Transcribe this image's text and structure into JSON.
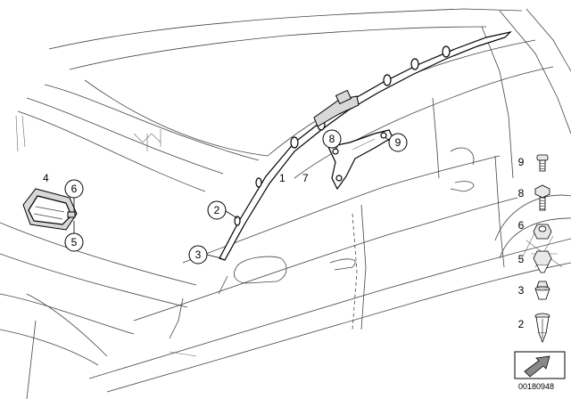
{
  "diagram": {
    "callouts_plain": [
      {
        "id": "label-4",
        "text": "4"
      },
      {
        "id": "label-1",
        "text": "1"
      },
      {
        "id": "label-7",
        "text": "7"
      }
    ],
    "callouts_circled": [
      {
        "id": "label-6",
        "text": "6"
      },
      {
        "id": "label-5",
        "text": "5"
      },
      {
        "id": "label-2",
        "text": "2"
      },
      {
        "id": "label-3",
        "text": "3"
      },
      {
        "id": "label-8",
        "text": "8"
      },
      {
        "id": "label-9",
        "text": "9"
      }
    ],
    "legend": [
      {
        "text": "9",
        "part": "screw-icon"
      },
      {
        "text": "8",
        "part": "bolt-icon"
      },
      {
        "text": "6",
        "part": "nut-icon"
      },
      {
        "text": "5",
        "part": "hex-screw-icon"
      },
      {
        "text": "3",
        "part": "clip-icon"
      },
      {
        "text": "2",
        "part": "expansion-rivet-icon"
      }
    ],
    "reference_number": "00180948"
  }
}
